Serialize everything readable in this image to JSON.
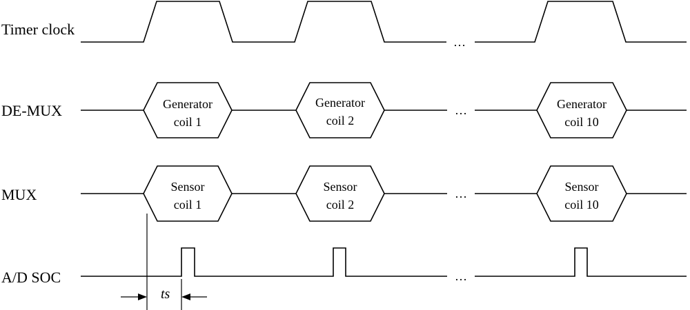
{
  "signals": {
    "timer_clock": "Timer clock",
    "demux": "DE-MUX",
    "mux": "MUX",
    "adsoc": "A/D SOC"
  },
  "demux_boxes": [
    {
      "line1": "Generator",
      "line2": "coil 1"
    },
    {
      "line1": "Generator",
      "line2": "coil 2"
    },
    {
      "line1": "Generator",
      "line2": "coil 10"
    }
  ],
  "mux_boxes": [
    {
      "line1": "Sensor",
      "line2": "coil 1"
    },
    {
      "line1": "Sensor",
      "line2": "coil 2"
    },
    {
      "line1": "Sensor",
      "line2": "coil 10"
    }
  ],
  "ellipsis": "…",
  "ts_label": "ts"
}
